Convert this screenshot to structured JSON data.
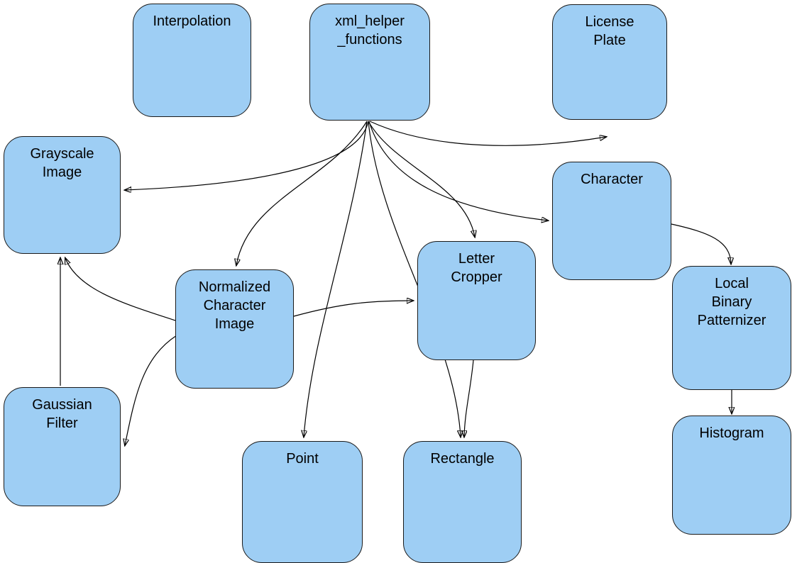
{
  "diagram": {
    "kind": "dependency-diagram",
    "node_fill": "#9ecef4",
    "node_border": "#1a1a1a",
    "edge_color": "#000000",
    "nodes": [
      {
        "id": "interpolation",
        "label": "Interpolation"
      },
      {
        "id": "xml_helper_functions",
        "label": "xml_helper\n_functions"
      },
      {
        "id": "license_plate",
        "label": "License\nPlate"
      },
      {
        "id": "grayscale_image",
        "label": "Grayscale\nImage"
      },
      {
        "id": "character",
        "label": "Character"
      },
      {
        "id": "normalized_character_image",
        "label": "Normalized\nCharacter\nImage"
      },
      {
        "id": "letter_cropper",
        "label": "Letter\nCropper"
      },
      {
        "id": "local_binary_patternizer",
        "label": "Local\nBinary\nPatternizer"
      },
      {
        "id": "gaussian_filter",
        "label": "Gaussian\nFilter"
      },
      {
        "id": "point",
        "label": "Point"
      },
      {
        "id": "rectangle",
        "label": "Rectangle"
      },
      {
        "id": "histogram",
        "label": "Histogram"
      }
    ],
    "edges": [
      {
        "from": "xml_helper_functions",
        "to": "grayscale_image"
      },
      {
        "from": "xml_helper_functions",
        "to": "license_plate"
      },
      {
        "from": "xml_helper_functions",
        "to": "character"
      },
      {
        "from": "xml_helper_functions",
        "to": "normalized_character_image"
      },
      {
        "from": "xml_helper_functions",
        "to": "letter_cropper"
      },
      {
        "from": "xml_helper_functions",
        "to": "point"
      },
      {
        "from": "xml_helper_functions",
        "to": "rectangle"
      },
      {
        "from": "normalized_character_image",
        "to": "letter_cropper"
      },
      {
        "from": "normalized_character_image",
        "to": "grayscale_image"
      },
      {
        "from": "normalized_character_image",
        "to": "gaussian_filter"
      },
      {
        "from": "gaussian_filter",
        "to": "grayscale_image"
      },
      {
        "from": "character",
        "to": "local_binary_patternizer"
      },
      {
        "from": "local_binary_patternizer",
        "to": "histogram"
      },
      {
        "from": "letter_cropper",
        "to": "rectangle"
      }
    ]
  }
}
